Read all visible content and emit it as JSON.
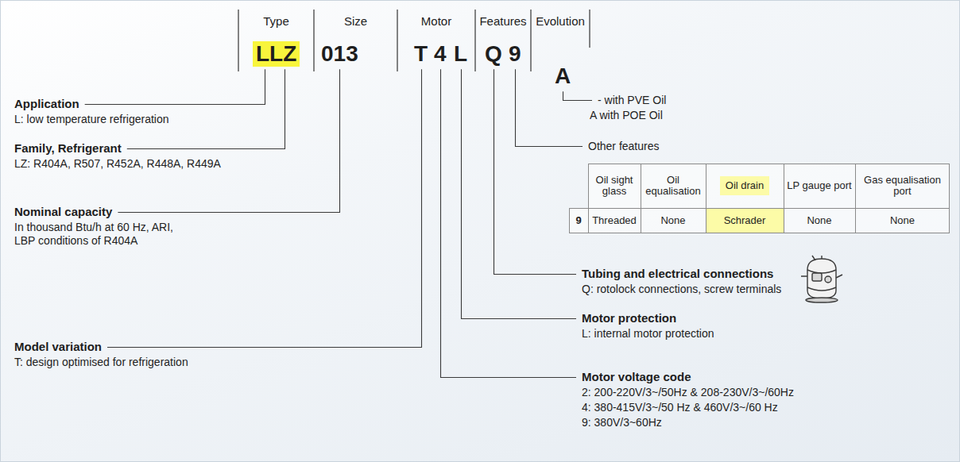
{
  "diagram": {
    "labels": [
      "Type",
      "Size",
      "Motor",
      "Features",
      "Evolution",
      "LLZ",
      "013",
      "T",
      "4",
      "L",
      "Q",
      "9",
      "A",
      "- with PVE Oil",
      "A with POE Oil",
      "Application",
      "L: low temperature refrigeration",
      "Other features",
      "Family, Refrigerant",
      "LZ: R404A, R507, R452A, R448A, R449A",
      "Oil sight glass",
      "Oil equalisation",
      "Oil drain",
      "LP gauge port",
      "Gas equalisation port",
      "9",
      "Threaded",
      "None",
      "Schrader",
      "None",
      "None",
      "Nominal capacity",
      "In thousand Btu/h at 60 Hz, ARI, LBP conditions of R404A",
      "Tubing and electrical connections",
      "Q: rotolock connections, screw terminals",
      "Motor protection",
      "L: internal motor protection",
      "Model variation",
      "T: design optimised for refrigeration",
      "Motor voltage code",
      "2: 200-220V/3~/50Hz & 208-230V/3~/60Hz",
      "4: 380-415V/3~/50 Hz & 460V/3~/60 Hz",
      "9: 380V/3~60Hz"
    ]
  }
}
